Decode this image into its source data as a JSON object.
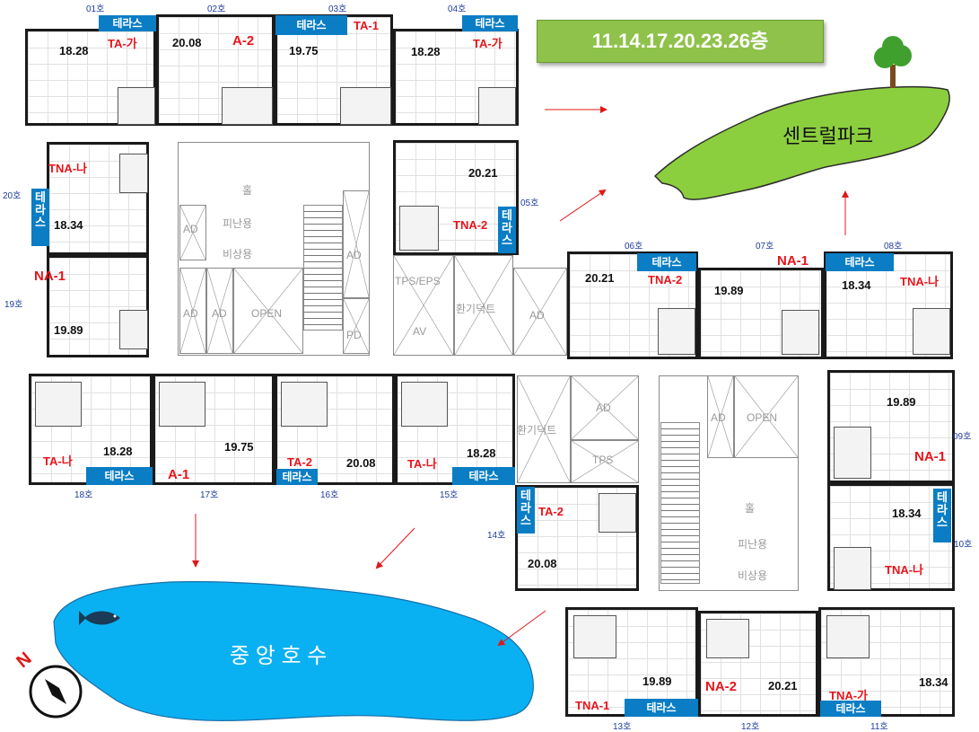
{
  "floors_label": "11.14.17.20.23.26층",
  "park_label": "센트럴파크",
  "lake_label": "중 앙 호 수",
  "compass_label": "N",
  "terrace_label": "테라스",
  "core_labels": {
    "hall": "홀",
    "refuge": "피난용",
    "emergency": "비상용",
    "ad": "AD",
    "pd": "PD",
    "open": "OPEN",
    "tps_eps": "TPS/EPS",
    "tps": "TPS",
    "av": "AV",
    "vent": "환기덕트"
  },
  "units": [
    {
      "id": "01",
      "num": "01호",
      "area": "18.28",
      "type": "TA-가"
    },
    {
      "id": "02",
      "num": "02호",
      "area": "20.08",
      "type": "A-2"
    },
    {
      "id": "03",
      "num": "03호",
      "area": "19.75",
      "type": "TA-1"
    },
    {
      "id": "04",
      "num": "04호",
      "area": "18.28",
      "type": "TA-가"
    },
    {
      "id": "05",
      "num": "05호",
      "area": "20.21",
      "type": "TNA-2"
    },
    {
      "id": "06",
      "num": "06호",
      "area": "20.21",
      "type": "TNA-2"
    },
    {
      "id": "07",
      "num": "07호",
      "area": "19.89",
      "type": "NA-1"
    },
    {
      "id": "08",
      "num": "08호",
      "area": "18.34",
      "type": "TNA-나"
    },
    {
      "id": "09",
      "num": "09호",
      "area": "19.89",
      "type": "NA-1"
    },
    {
      "id": "10",
      "num": "10호",
      "area": "18.34",
      "type": "TNA-나"
    },
    {
      "id": "11",
      "num": "11호",
      "area": "18.34",
      "type": "TNA-가"
    },
    {
      "id": "12",
      "num": "12호",
      "area": "20.21",
      "type": "NA-2"
    },
    {
      "id": "13",
      "num": "13호",
      "area": "19.89",
      "type": "TNA-1"
    },
    {
      "id": "14",
      "num": "14호",
      "area": "20.08",
      "type": "TA-2"
    },
    {
      "id": "15",
      "num": "15호",
      "area": "18.28",
      "type": "TA-나"
    },
    {
      "id": "16",
      "num": "16호",
      "area": "20.08",
      "type": "TA-2"
    },
    {
      "id": "17",
      "num": "17호",
      "area": "19.75",
      "type": "A-1"
    },
    {
      "id": "18",
      "num": "18호",
      "area": "18.28",
      "type": "TA-나"
    },
    {
      "id": "19",
      "num": "19호",
      "area": "19.89",
      "type": "NA-1"
    },
    {
      "id": "20",
      "num": "20호",
      "area": "18.34",
      "type": "TNA-나"
    }
  ],
  "colors": {
    "terrace": "#0a7dc4",
    "type_label": "#e8141b",
    "unit_number": "#1f3d9c",
    "park": "#8ccf3e",
    "lake": "#0ab1f2",
    "floors_banner": "#8ec24a",
    "arrow": "#e01818"
  }
}
